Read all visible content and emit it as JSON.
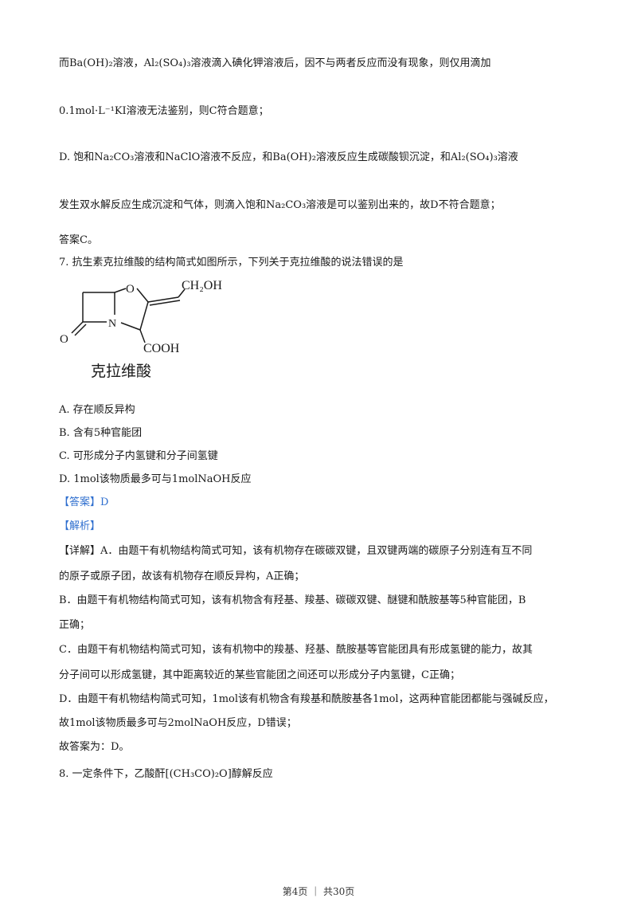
{
  "lines": {
    "l1": "而Ba(OH)₂溶液，Al₂(SO₄)₃溶液滴入碘化钾溶液后，因不与两者反应而没有现象，则仅用滴加",
    "l2": "0.1mol·L⁻¹KI溶液无法鉴别，则C符合题意；",
    "l3": "D. 饱和Na₂CO₃溶液和NaClO溶液不反应，和Ba(OH)₂溶液反应生成碳酸钡沉淀，和Al₂(SO₄)₃溶液",
    "l4": "发生双水解反应生成沉淀和气体，则滴入饱和Na₂CO₃溶液是可以鉴别出来的，故D不符合题意；",
    "l5": "答案C。"
  },
  "q7": {
    "stem": "7. 抗生素克拉维酸的结构简式如图所示，下列关于克拉维酸的说法错误的是",
    "structure": {
      "atom_O_ring": "O",
      "group_top": "CH₂OH",
      "atom_O_carbonyl": "O",
      "atom_N": "N",
      "group_bottom": "COOH",
      "name": "克拉维酸"
    },
    "options": [
      "A. 存在顺反异构",
      "B. 含有5种官能团",
      "C. 可形成分子内氢键和分子间氢键",
      "D. 1mol该物质最多可与1molNaOH反应"
    ],
    "answer_tag": "【答案】D",
    "analysis_tag": "【解析】",
    "explanation": [
      "【详解】A．由题干有机物结构简式可知，该有机物存在碳碳双键，且双键两端的碳原子分别连有互不同",
      "的原子或原子团，故该有机物存在顺反异构，A正确；",
      "B．由题干有机物结构简式可知，该有机物含有羟基、羧基、碳碳双键、醚键和酰胺基等5种官能团，B",
      "正确；",
      "C．由题干有机物结构简式可知，该有机物中的羧基、羟基、酰胺基等官能团具有形成氢键的能力，故其",
      "分子间可以形成氢键，其中距离较近的某些官能团之间还可以形成分子内氢键，C正确；",
      "D．由题干有机物结构简式可知，1mol该有机物含有羧基和酰胺基各1mol，这两种官能团都能与强碱反应，",
      "故1mol该物质最多可与2molNaOH反应，D错误；",
      "故答案为：D。"
    ]
  },
  "q8": {
    "stem": "8. 一定条件下，乙酸酐[(CH₃CO)₂O]醇解反应"
  },
  "footer": "第4页 ｜ 共30页"
}
